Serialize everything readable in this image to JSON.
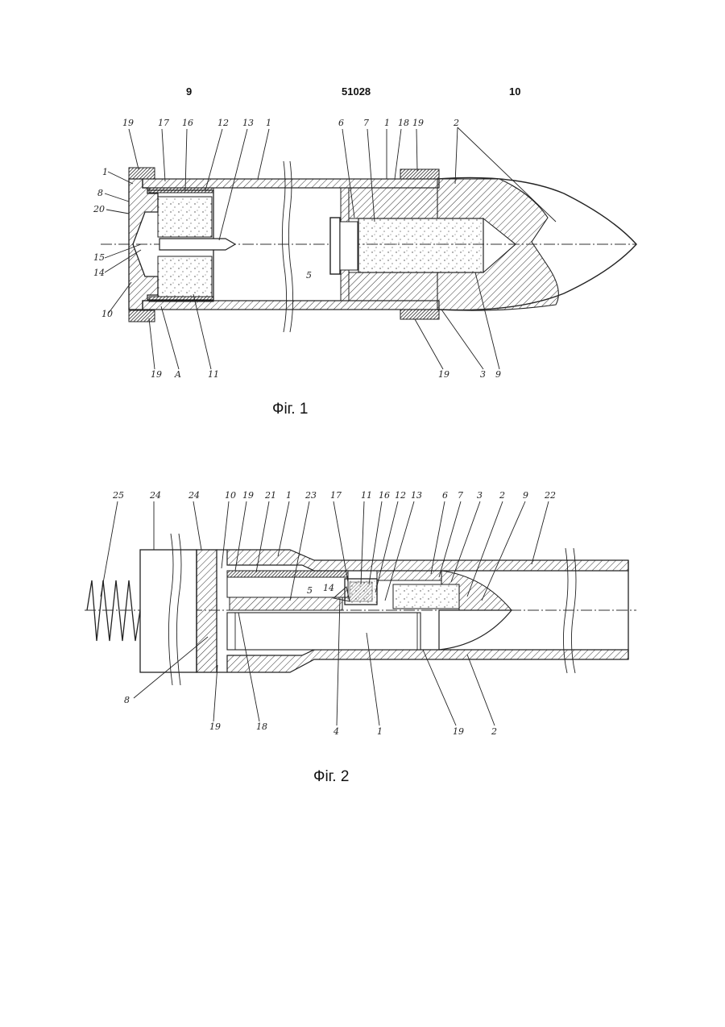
{
  "header": {
    "left_page": "9",
    "patent_no": "51028",
    "right_page": "10"
  },
  "figure1": {
    "caption": "Фiг. 1",
    "labels": [
      "19",
      "17",
      "16",
      "12",
      "13",
      "1",
      "6",
      "7",
      "1",
      "18",
      "19",
      "2",
      "1",
      "8",
      "20",
      "15",
      "14",
      "10",
      "19",
      "A",
      "11",
      "5",
      "19",
      "3",
      "9"
    ]
  },
  "figure2": {
    "caption": "Фiг. 2",
    "labels": [
      "25",
      "24",
      "24",
      "10",
      "19",
      "21",
      "1",
      "23",
      "17",
      "11",
      "16",
      "12",
      "13",
      "6",
      "7",
      "3",
      "2",
      "9",
      "22",
      "5",
      "14",
      "8",
      "19",
      "18",
      "4",
      "1",
      "19",
      "2"
    ]
  }
}
